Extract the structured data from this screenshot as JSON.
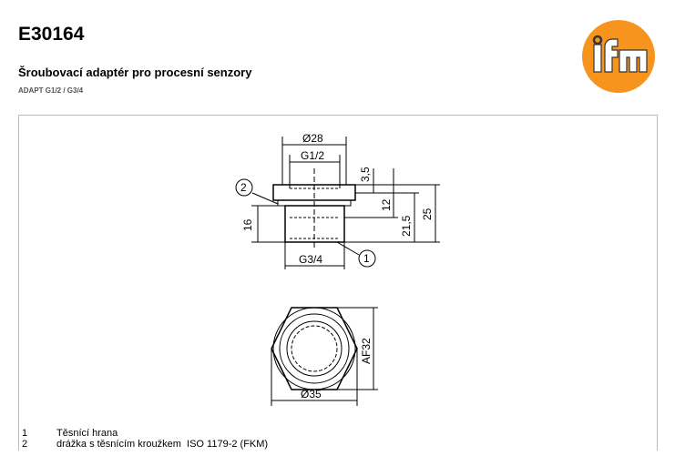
{
  "header": {
    "code": "E30164",
    "title": "Šroubovací adaptér pro procesní senzory",
    "subtitle": "ADAPT G1/2 / G3/4",
    "logo_text": "ifm",
    "brand_color": "#f7941d"
  },
  "drawing": {
    "dims": {
      "d28": "Ø28",
      "g12": "G1/2",
      "g34": "G3/4",
      "h16": "16",
      "h35": "3,5",
      "h12": "12",
      "h215": "21,5",
      "h25": "25",
      "af32": "AF32",
      "d35": "Ø35"
    },
    "callouts": [
      "1",
      "2"
    ]
  },
  "legend": [
    {
      "num": "1",
      "text": "Těsnící hrana"
    },
    {
      "num": "2",
      "text": "drážka s těsnícím kroužkem  ISO 1179-2 (FKM)"
    }
  ]
}
